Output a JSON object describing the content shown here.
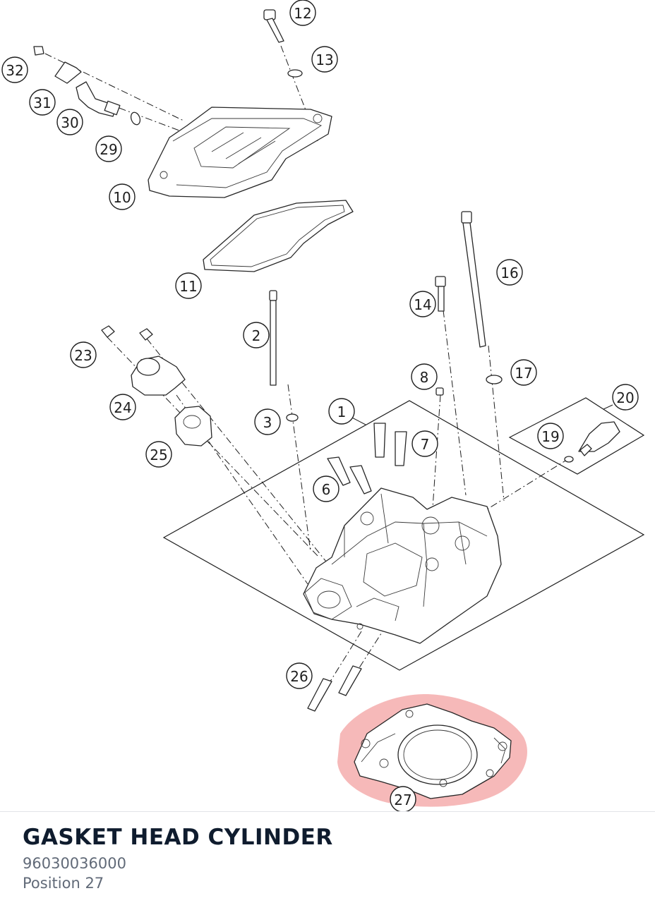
{
  "callouts": [
    {
      "id": "c1",
      "label": "1"
    },
    {
      "id": "c2",
      "label": "2"
    },
    {
      "id": "c3",
      "label": "3"
    },
    {
      "id": "c6",
      "label": "6"
    },
    {
      "id": "c7",
      "label": "7"
    },
    {
      "id": "c8",
      "label": "8"
    },
    {
      "id": "c10",
      "label": "10"
    },
    {
      "id": "c11",
      "label": "11"
    },
    {
      "id": "c12",
      "label": "12"
    },
    {
      "id": "c13",
      "label": "13"
    },
    {
      "id": "c14",
      "label": "14"
    },
    {
      "id": "c16",
      "label": "16"
    },
    {
      "id": "c17",
      "label": "17"
    },
    {
      "id": "c19",
      "label": "19"
    },
    {
      "id": "c20",
      "label": "20"
    },
    {
      "id": "c23",
      "label": "23"
    },
    {
      "id": "c24",
      "label": "24"
    },
    {
      "id": "c25",
      "label": "25"
    },
    {
      "id": "c26",
      "label": "26"
    },
    {
      "id": "c27",
      "label": "27"
    },
    {
      "id": "c29",
      "label": "29"
    },
    {
      "id": "c30",
      "label": "30"
    },
    {
      "id": "c31",
      "label": "31"
    },
    {
      "id": "c32",
      "label": "32"
    }
  ],
  "selected": {
    "name": "GASKET HEAD CYLINDER",
    "number": "96030036000",
    "position": "Position 27",
    "highlight_color": "#f08a8a"
  }
}
